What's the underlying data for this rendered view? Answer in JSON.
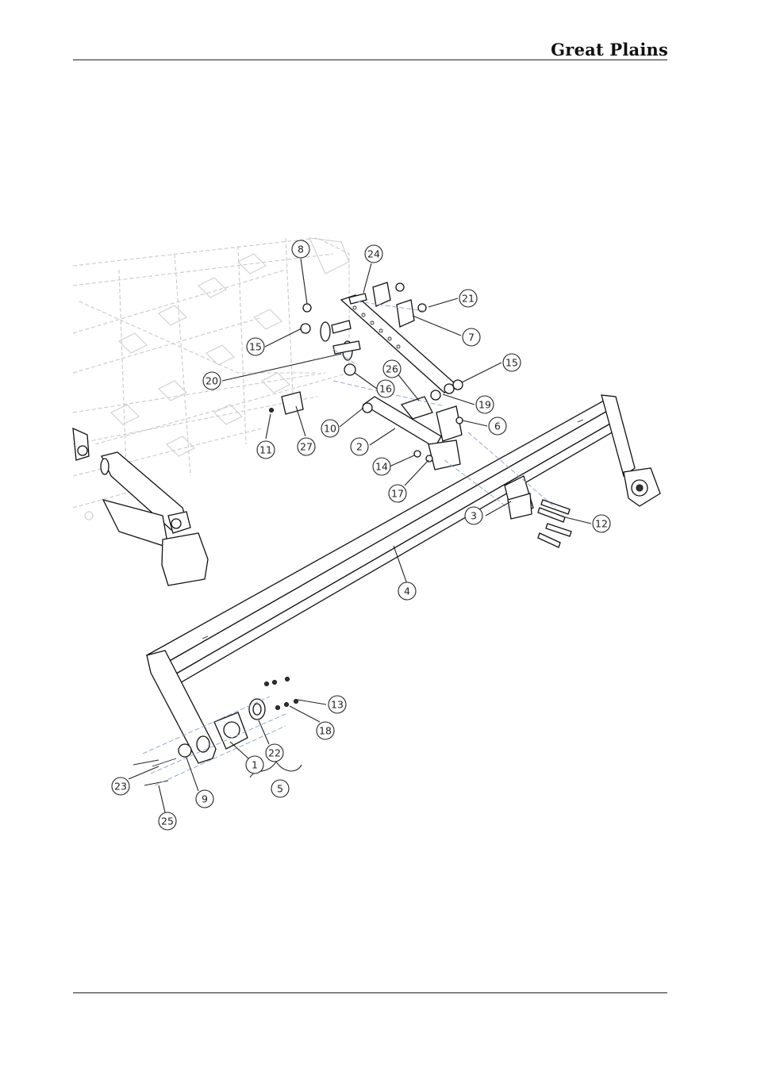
{
  "header": {
    "brand": "Great Plains"
  },
  "diagram": {
    "callouts": [
      {
        "label": "8"
      },
      {
        "label": "24"
      },
      {
        "label": "21"
      },
      {
        "label": "7"
      },
      {
        "label": "15"
      },
      {
        "label": "15"
      },
      {
        "label": "20"
      },
      {
        "label": "16"
      },
      {
        "label": "26"
      },
      {
        "label": "19"
      },
      {
        "label": "10"
      },
      {
        "label": "6"
      },
      {
        "label": "2"
      },
      {
        "label": "11"
      },
      {
        "label": "27"
      },
      {
        "label": "14"
      },
      {
        "label": "17"
      },
      {
        "label": "3"
      },
      {
        "label": "12"
      },
      {
        "label": "4"
      },
      {
        "label": "13"
      },
      {
        "label": "18"
      },
      {
        "label": "22"
      },
      {
        "label": "1"
      },
      {
        "label": "5"
      },
      {
        "label": "23"
      },
      {
        "label": "9"
      },
      {
        "label": "25"
      }
    ]
  }
}
